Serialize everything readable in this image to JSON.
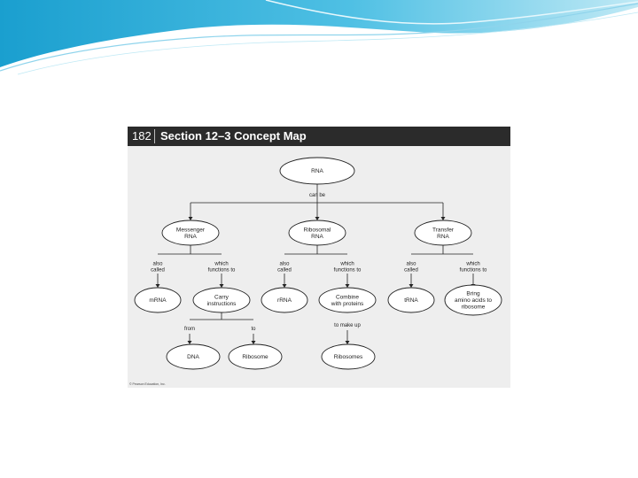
{
  "colors": {
    "wave_dark": "#1a9fcf",
    "wave_light": "#9fdcee",
    "header_bg": "#2b2b2b",
    "figure_bg": "#eeeeee",
    "ink": "#222222"
  },
  "figure": {
    "page_number": "182",
    "section_title": "Section 12–3  Concept Map",
    "copyright": "© Pearson Education, Inc."
  },
  "concept_map": {
    "root": "RNA",
    "root_link": "can be",
    "types": [
      {
        "name": [
          "Messenger",
          "RNA"
        ],
        "left_link": [
          "also",
          "called"
        ],
        "right_link": [
          "which",
          "functions to"
        ],
        "abbrev": "mRNA",
        "function": [
          "Carry",
          "instructions"
        ]
      },
      {
        "name": [
          "Ribosomal",
          "RNA"
        ],
        "left_link": [
          "also",
          "called"
        ],
        "right_link": [
          "which",
          "functions to"
        ],
        "abbrev": "rRNA",
        "function": [
          "Combine",
          "with proteins"
        ]
      },
      {
        "name": [
          "Transfer",
          "RNA"
        ],
        "left_link": [
          "also",
          "called"
        ],
        "right_link": [
          "which",
          "functions to"
        ],
        "abbrev": "tRNA",
        "function": [
          "Bring",
          "amino acids to",
          "ribosome"
        ]
      }
    ],
    "from_link": "from",
    "to_link": "to",
    "from_target": "DNA",
    "to_target": "Ribosome",
    "make_link": "to make up",
    "make_target": "Ribosomes"
  }
}
